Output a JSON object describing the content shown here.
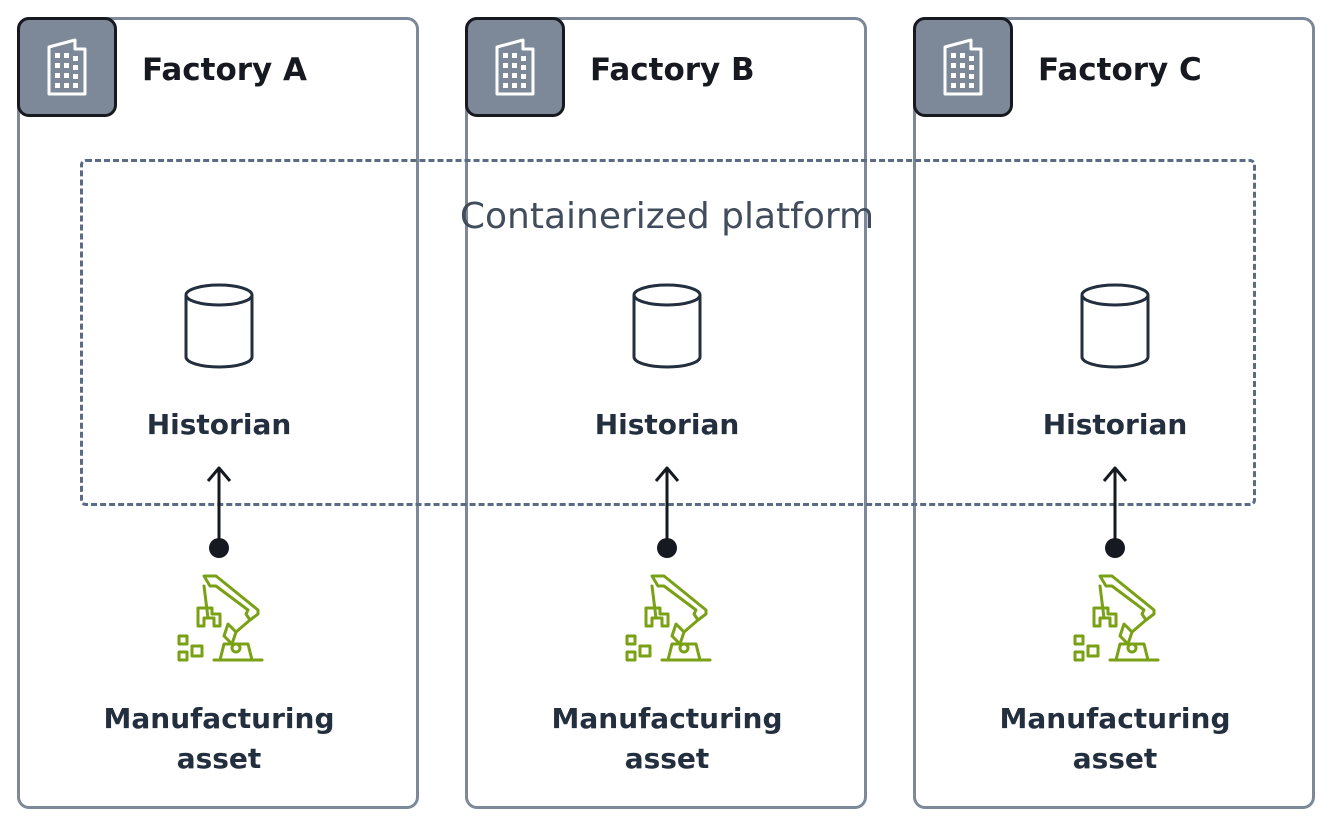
{
  "factories": [
    {
      "title": "Factory A",
      "historian_label": "Historian",
      "asset_label_line1": "Manufacturing",
      "asset_label_line2": "asset"
    },
    {
      "title": "Factory B",
      "historian_label": "Historian",
      "asset_label_line1": "Manufacturing",
      "asset_label_line2": "asset"
    },
    {
      "title": "Factory C",
      "historian_label": "Historian",
      "asset_label_line1": "Manufacturing",
      "asset_label_line2": "asset"
    }
  ],
  "platform": {
    "label": "Containerized platform"
  },
  "icons": {
    "factory": "office-building-icon",
    "historian": "database-cylinder-icon",
    "asset": "robotic-arm-icon"
  },
  "colors": {
    "factory_border": "#7d8998",
    "badge_border": "#16191f",
    "platform_border": "#5a6b86",
    "text_dark": "#232f3e",
    "asset_green": "#7aa116",
    "arrow": "#16191f"
  }
}
